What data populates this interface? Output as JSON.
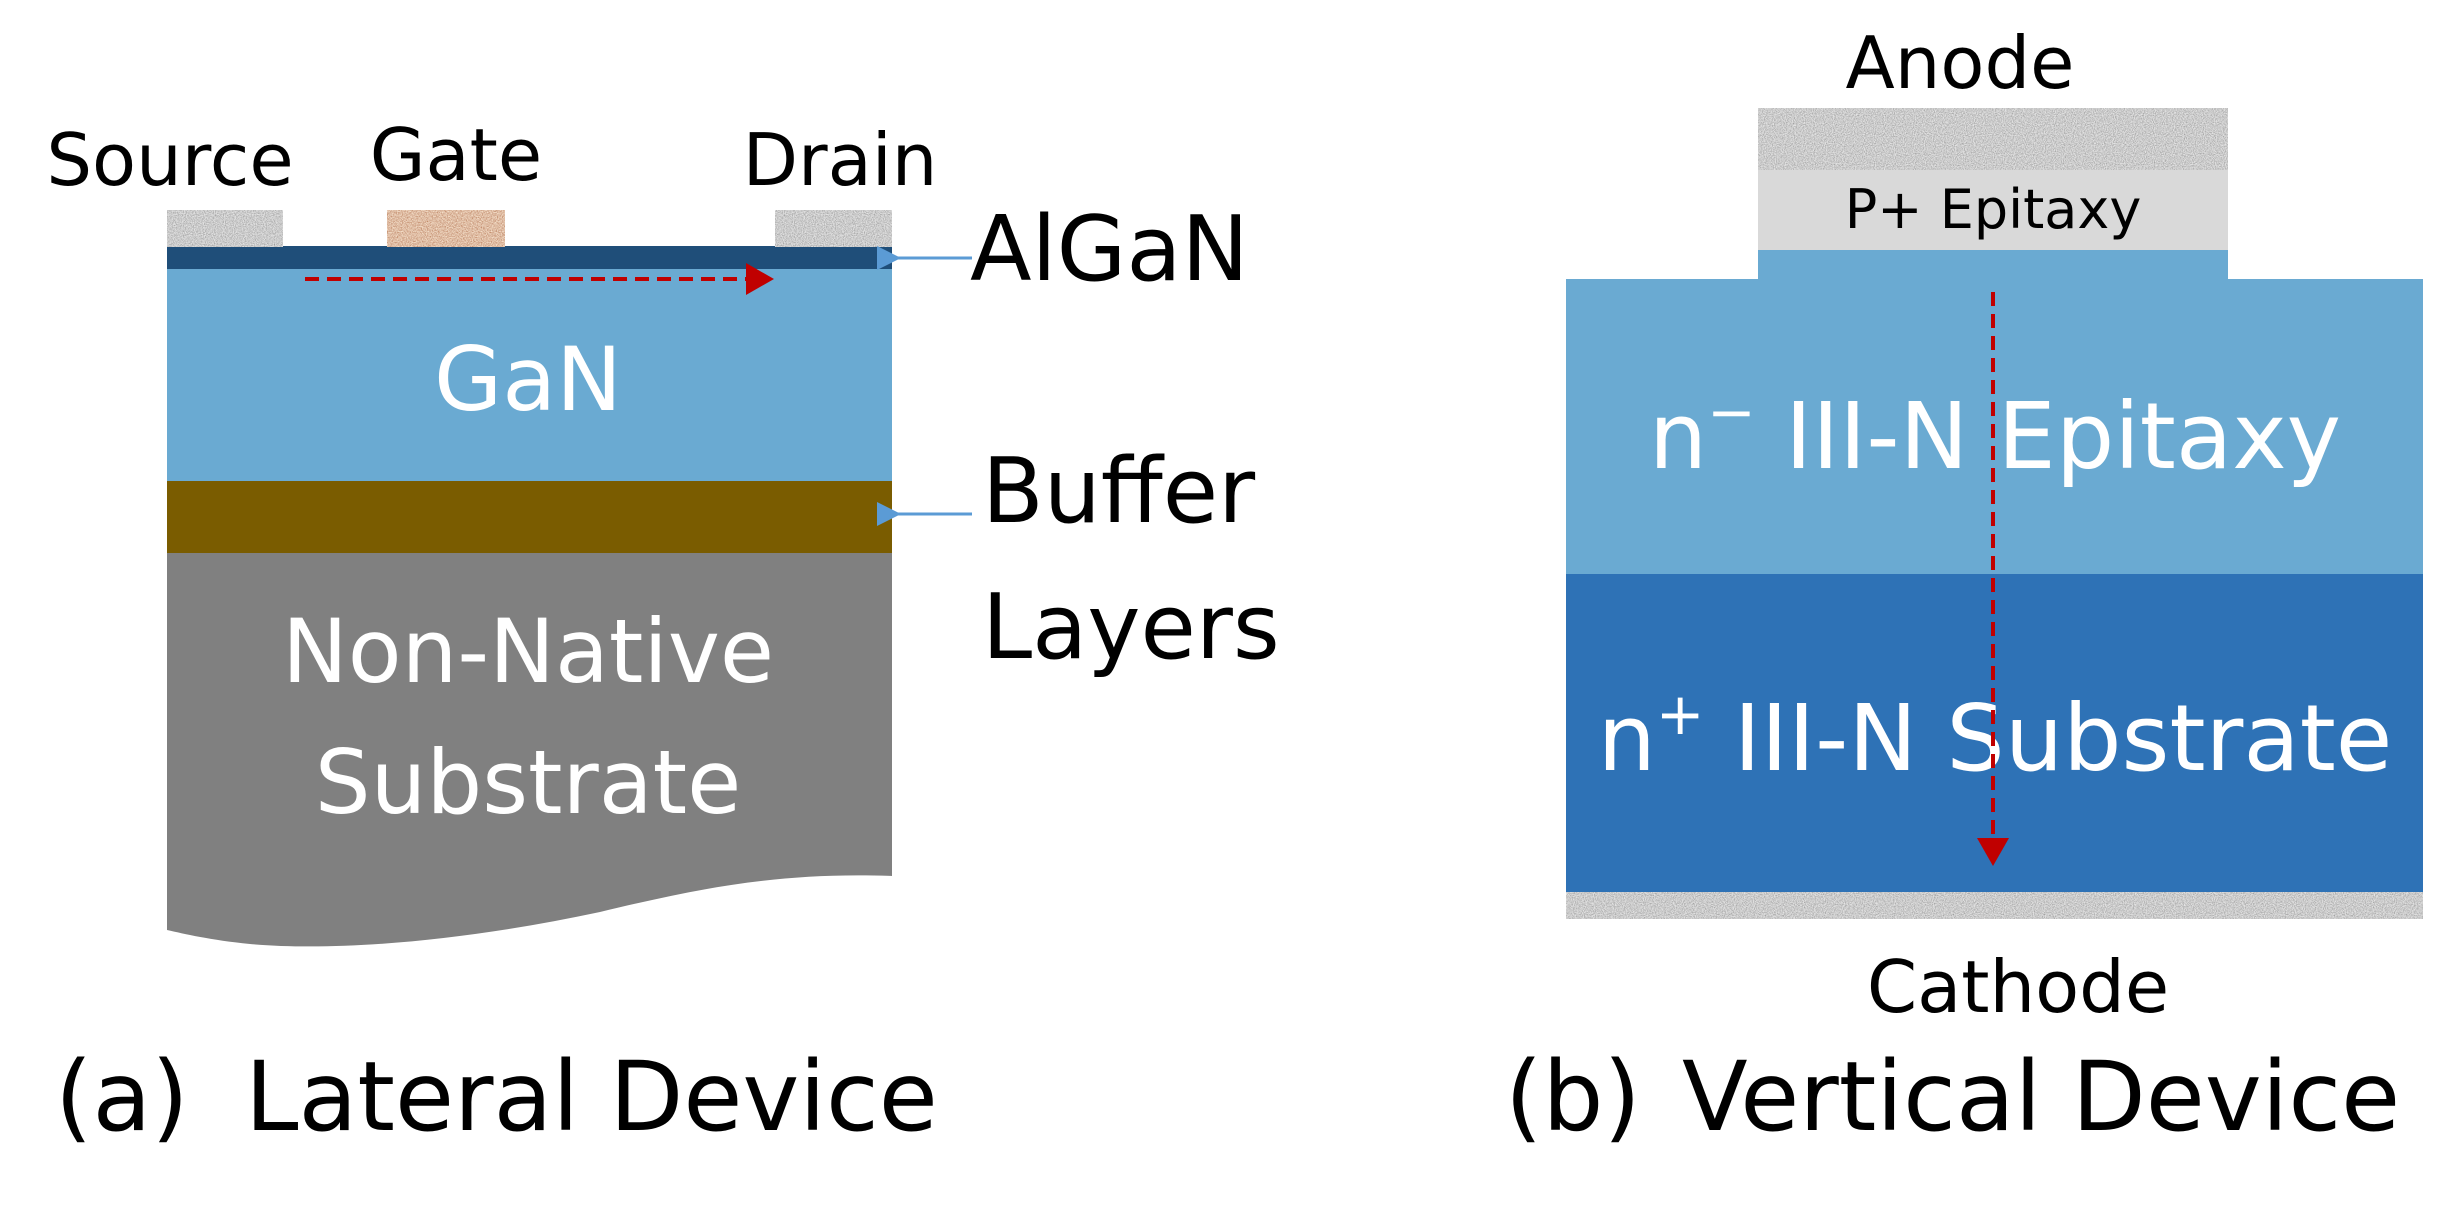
{
  "lateral": {
    "source_label": "Source",
    "gate_label": "Gate",
    "drain_label": "Drain",
    "algan_label": "AlGaN",
    "gan_label": "GaN",
    "buffer_label_line1": "Buffer",
    "buffer_label_line2": "Layers",
    "substrate_line1": "Non-Native",
    "substrate_line2": "Substrate",
    "caption_letter": "(a)",
    "caption_text": "Lateral Device"
  },
  "vertical": {
    "anode_label": "Anode",
    "p_epitaxy_label": "P+ Epitaxy",
    "epitaxy_prefix": "n",
    "epitaxy_sup": "−",
    "epitaxy_text": " III-N Epitaxy",
    "substrate_prefix": "n",
    "substrate_sup": "+",
    "substrate_text": " III-N Substrate",
    "cathode_label": "Cathode",
    "caption_letter": "(b)",
    "caption_text": "Vertical Device"
  },
  "colors": {
    "gan_blue": "#6aaad2",
    "dark_blue": "#2e72b6",
    "algan_blue": "#1f4e79",
    "buffer_brown": "#7a5c00",
    "substrate_gray": "#808080",
    "p_layer_gray": "#d9d9d9",
    "gate_copper": "#c8875a",
    "current_arrow_red": "#c00000",
    "pointer_blue": "#5b9bd5"
  }
}
